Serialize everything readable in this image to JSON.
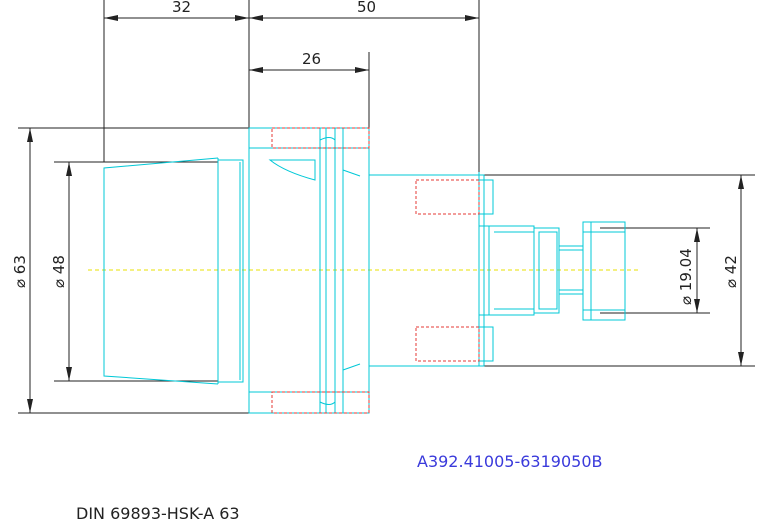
{
  "dimensions": {
    "len_32": "32",
    "len_50": "50",
    "len_26": "26",
    "dia_63": "⌀ 63",
    "dia_48": "⌀ 48",
    "dia_19": "⌀ 19.04",
    "dia_42": "⌀ 42"
  },
  "part_number": "A392.41005-6319050B",
  "standard": "DIN 69893-HSK-A 63",
  "colors": {
    "outline": "#00c8d7",
    "hidden_lines": "#e53935",
    "center_line": "#e8e000",
    "dimension_lines": "#222222",
    "part_number_text": "#3a3adb"
  }
}
